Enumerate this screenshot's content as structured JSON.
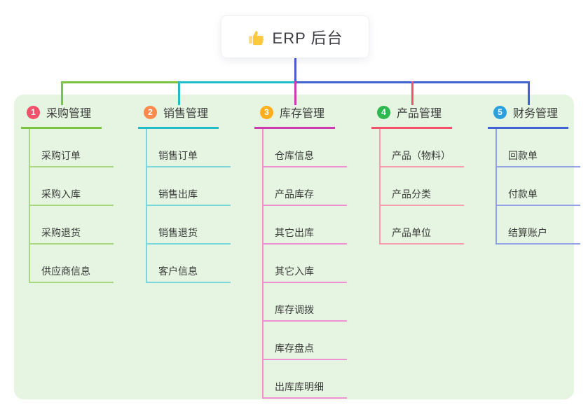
{
  "root": {
    "label": "ERP 后台",
    "icon": "thumbs-up-icon"
  },
  "canvas": {
    "panel_bg": "#E5F5E1",
    "root_connector_color": "#4B58D0"
  },
  "branches": [
    {
      "num": "1",
      "label": "采购管理",
      "badge_color": "#F4516C",
      "line_color": "#7CC243",
      "child_line_color": "#A9D77E",
      "children": [
        "采购订单",
        "采购入库",
        "采购退货",
        "供应商信息"
      ]
    },
    {
      "num": "2",
      "label": "销售管理",
      "badge_color": "#FF8A4D",
      "line_color": "#20BDC9",
      "child_line_color": "#7BD7DD",
      "children": [
        "销售订单",
        "销售出库",
        "销售退货",
        "客户信息"
      ]
    },
    {
      "num": "3",
      "label": "库存管理",
      "badge_color": "#FFAF1B",
      "line_color": "#CE3BAE",
      "child_line_color": "#EF91D2",
      "children": [
        "仓库信息",
        "产品库存",
        "其它出库",
        "其它入库",
        "库存调拨",
        "库存盘点",
        "出库库明细"
      ]
    },
    {
      "num": "4",
      "label": "产品管理",
      "badge_color": "#2FB750",
      "line_color": "#F4516C",
      "child_line_color": "#F89FAE",
      "children": [
        "产品（物料）",
        "产品分类",
        "产品单位"
      ]
    },
    {
      "num": "5",
      "label": "财务管理",
      "badge_color": "#2BA0DC",
      "line_color": "#4361D2",
      "child_line_color": "#94A3E4",
      "children": [
        "回款单",
        "付款单",
        "结算账户"
      ]
    }
  ]
}
